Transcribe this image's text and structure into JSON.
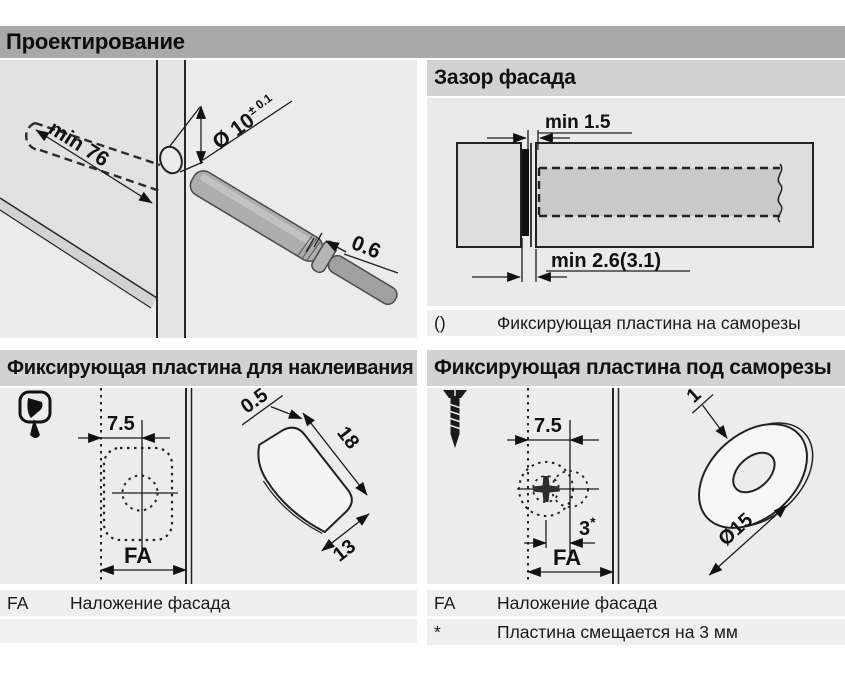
{
  "title": "Проектирование",
  "colors": {
    "title_bar": "#a9a9a9",
    "section_header": "#d2d2d2",
    "drawing_background": "#eaeaea",
    "footnote_band": "#efefef",
    "outline": "#262626",
    "panel_fill": "#dedede",
    "plunger_fill": "#adadad",
    "fixing_plate_black": "#111111"
  },
  "drilling": {
    "dim_depth": "min 76",
    "dim_diameter": "Ø 10",
    "dim_diameter_tolerance": "± 0.1",
    "dim_tip_gap": "0.6"
  },
  "facade_gap": {
    "title": "Зазор фасада",
    "dim_top": "min 1.5",
    "dim_bottom": "min 2.6(3.1)",
    "footnotes": [
      {
        "symbol": "()",
        "text": "Фиксирующая пластина на саморезы"
      }
    ]
  },
  "glue_plate": {
    "title": "Фиксирующая пластина для наклеивания",
    "dim_offset": "7.5",
    "dim_overlay": "FA",
    "dim_thickness": "0.5",
    "dim_height": "18",
    "dim_width": "13",
    "footnotes": [
      {
        "symbol": "FA",
        "text": "Наложение фасада"
      }
    ]
  },
  "screw_plate": {
    "title": "Фиксирующая пластина под саморезы",
    "dim_offset": "7.5",
    "dim_shift": "3",
    "dim_shift_star": "*",
    "dim_overlay": "FA",
    "dim_thickness": "1",
    "dim_diameter": "Ø15",
    "footnotes": [
      {
        "symbol": "FA",
        "text": "Наложение фасада"
      },
      {
        "symbol": "*",
        "text": "Пластина смещается на 3 мм"
      }
    ]
  }
}
